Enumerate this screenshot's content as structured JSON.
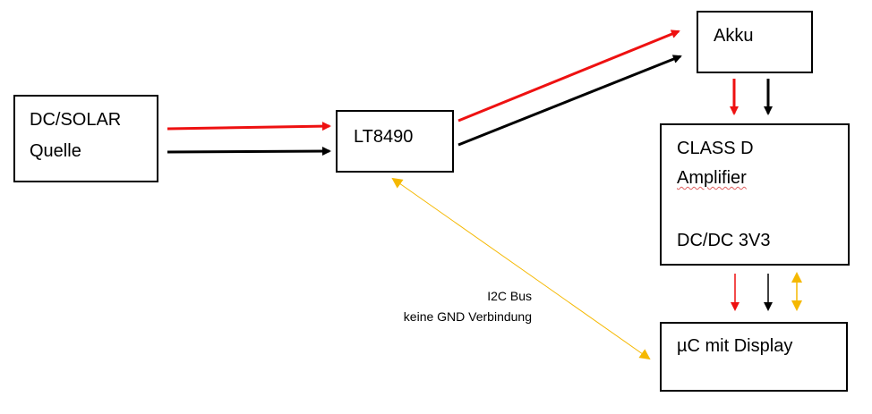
{
  "blocks": {
    "source": {
      "line1": "DC/SOLAR",
      "line2": "Quelle"
    },
    "charger": {
      "label": "LT8490"
    },
    "battery": {
      "label": "Akku"
    },
    "amp": {
      "line1": "CLASS D",
      "line2": "Amplifier",
      "line3": "DC/DC 3V3"
    },
    "mcu": {
      "label": "µC mit Display"
    }
  },
  "bus_label": {
    "line1": "I2C Bus",
    "line2": "keine GND Verbindung"
  },
  "colors": {
    "positive": "#ee1111",
    "ground": "#000000",
    "i2c": "#f5b800"
  }
}
